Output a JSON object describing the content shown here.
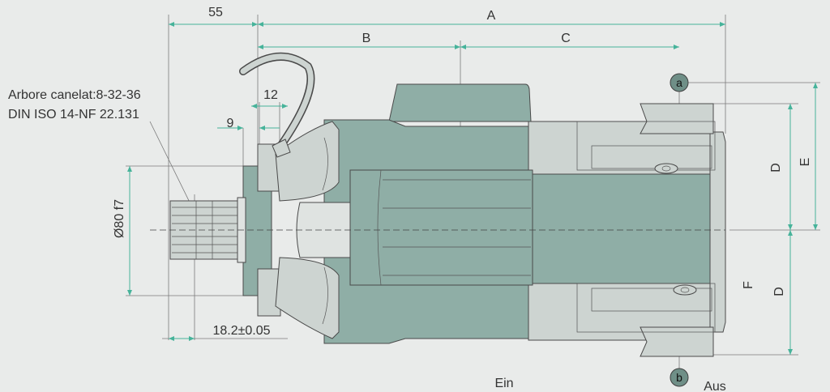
{
  "dimensions": {
    "d55": "55",
    "A": "A",
    "B": "B",
    "C": "C",
    "d12": "12",
    "d9": "9",
    "d80": "Ø80 f7",
    "d18": "18.2±0.05",
    "D1": "D",
    "E": "E",
    "F": "F",
    "D2": "D"
  },
  "annotation": {
    "line1": "Arbore canelat:8-32-36",
    "line2": "DIN ISO 14-NF 22.131"
  },
  "ports": {
    "a": "a",
    "b": "b",
    "inlet": "Ein",
    "outlet": "Aus"
  },
  "colors": {
    "background": "#e9ebea",
    "body": "#8faea6",
    "light_part": "#cdd4d1",
    "dimension_line": "#46b39a"
  }
}
